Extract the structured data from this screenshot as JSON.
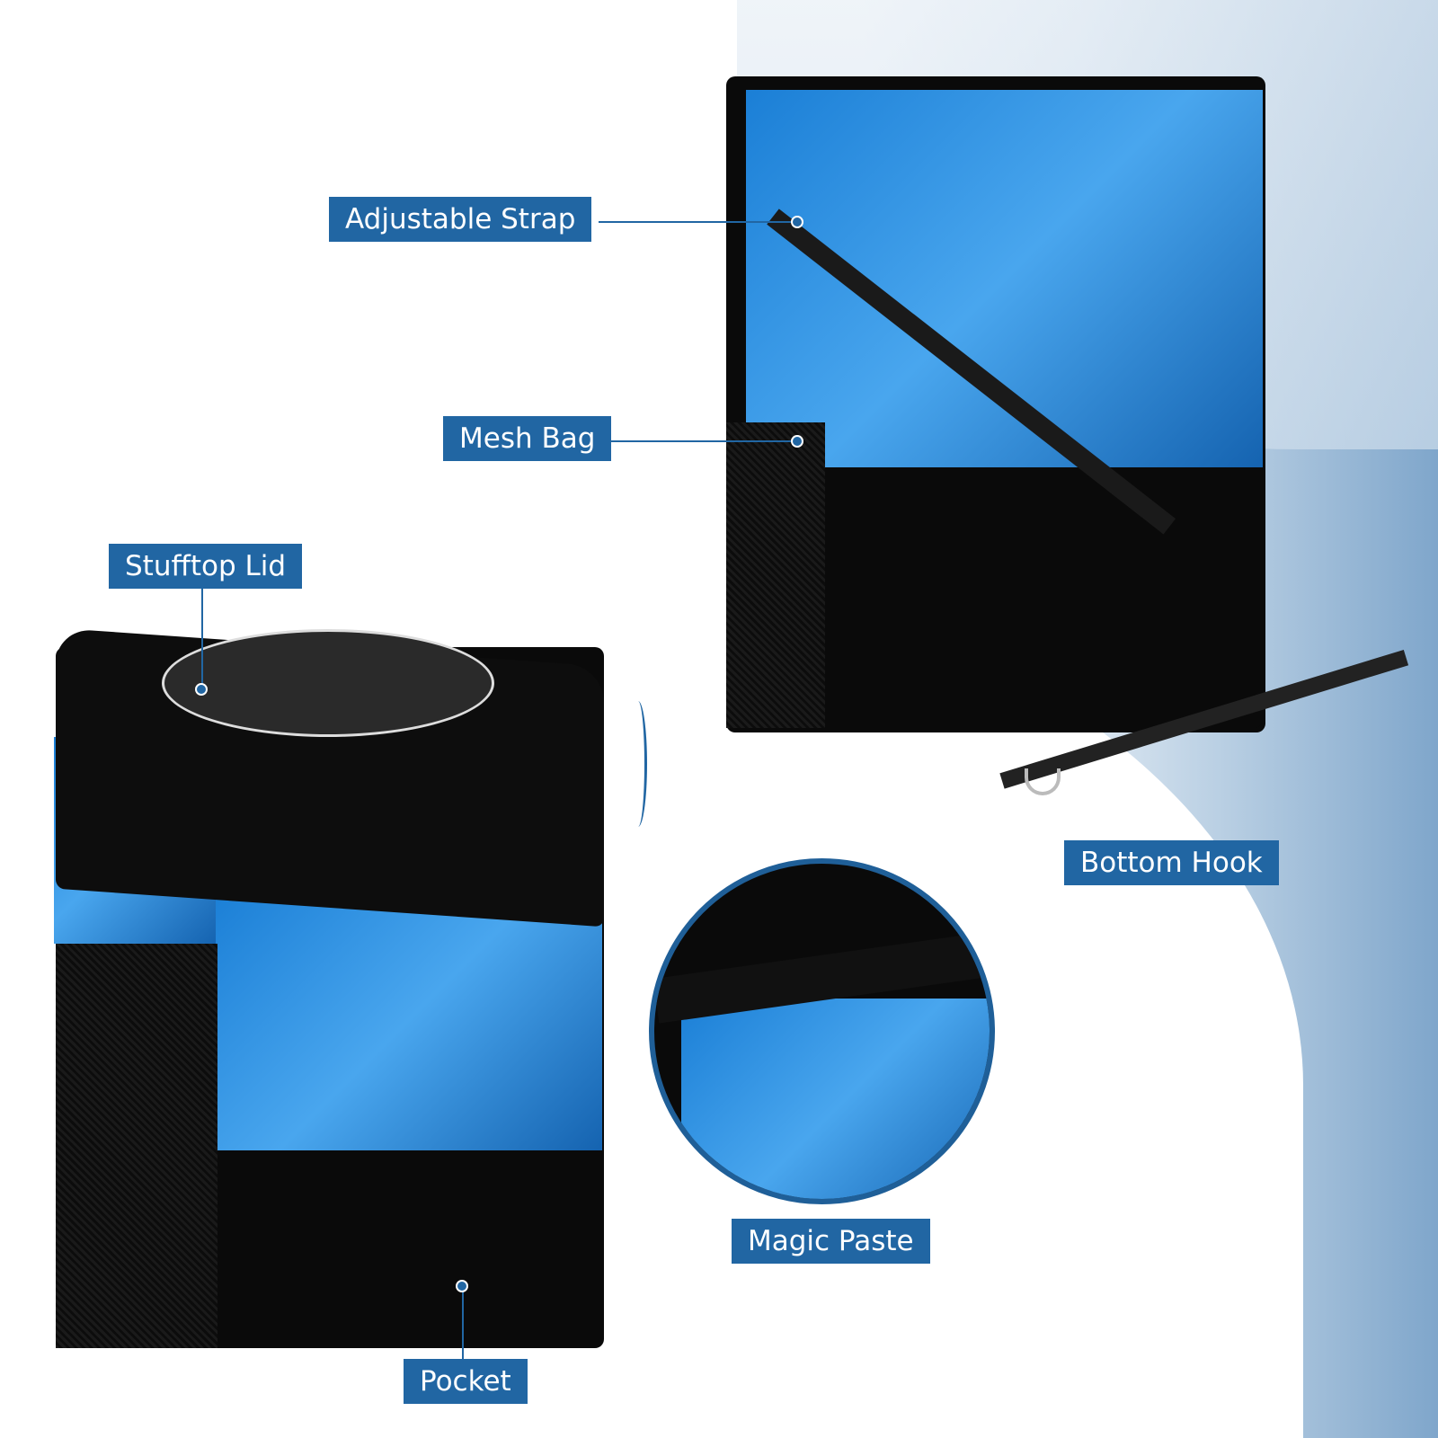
{
  "labels": {
    "adjustable_strap": "Adjustable Strap",
    "mesh_bag": "Mesh Bag",
    "stufftop_lid": "Stufftop Lid",
    "bottom_hook": "Bottom Hook",
    "magic_paste": "Magic Paste",
    "pocket": "Pocket"
  },
  "colors": {
    "label_bg": "#2166a3",
    "accent_blue": "#1b7fd6",
    "bag": "#0a0a0a"
  }
}
